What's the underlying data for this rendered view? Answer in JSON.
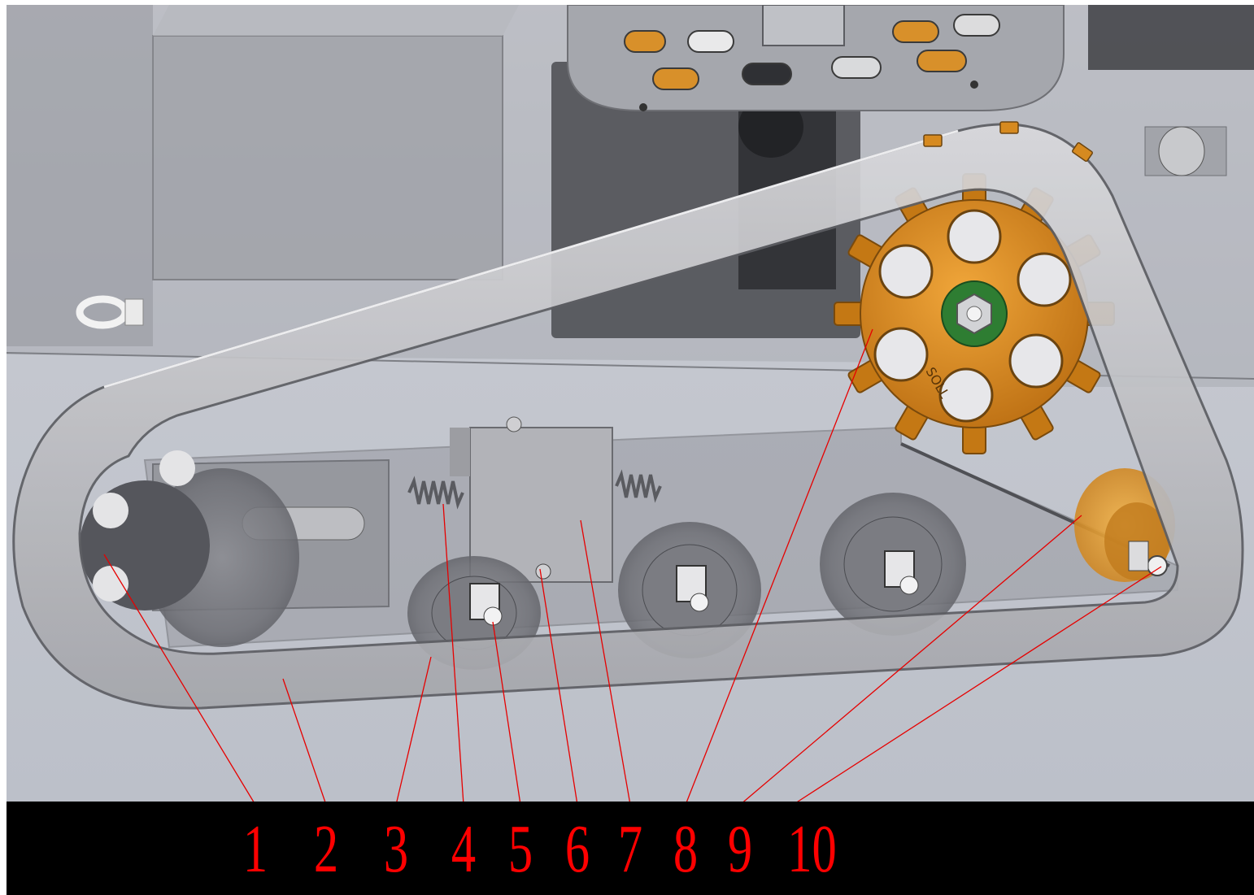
{
  "callouts": [
    {
      "label": "1"
    },
    {
      "label": "2"
    },
    {
      "label": "3"
    },
    {
      "label": "4"
    },
    {
      "label": "5"
    },
    {
      "label": "6"
    },
    {
      "label": "7"
    },
    {
      "label": "8"
    },
    {
      "label": "9"
    },
    {
      "label": "10"
    }
  ],
  "colors": {
    "leader_line": "#e60000",
    "label_text": "#ff0000",
    "label_strip": "#000000",
    "background": "#bfc3cc",
    "track_belt": "#b9b9bd",
    "sprocket": "#d88a1c",
    "hub": "#2e7d32",
    "frame": "#8f9097"
  },
  "sprocket_engraving": "SOLL"
}
